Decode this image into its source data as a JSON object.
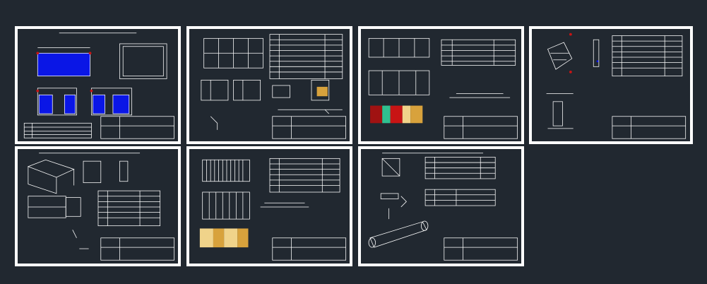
{
  "canvas": {
    "background": "#212830",
    "line_color": "#ffffff",
    "accent_colors": [
      "#0a16e6",
      "#c81414",
      "#d8a23c",
      "#f0d38a",
      "#30c090"
    ]
  },
  "sheets": [
    {
      "id": "sheet-1",
      "kind": "plan-with-blue-panels"
    },
    {
      "id": "sheet-2",
      "kind": "frame-details-table"
    },
    {
      "id": "sheet-3",
      "kind": "elevation-colored-layers"
    },
    {
      "id": "sheet-4",
      "kind": "node-detail-table"
    },
    {
      "id": "sheet-5",
      "kind": "isometric-details-table"
    },
    {
      "id": "sheet-6",
      "kind": "roof-plan-layers"
    },
    {
      "id": "sheet-7",
      "kind": "pipe-details-tables"
    }
  ]
}
